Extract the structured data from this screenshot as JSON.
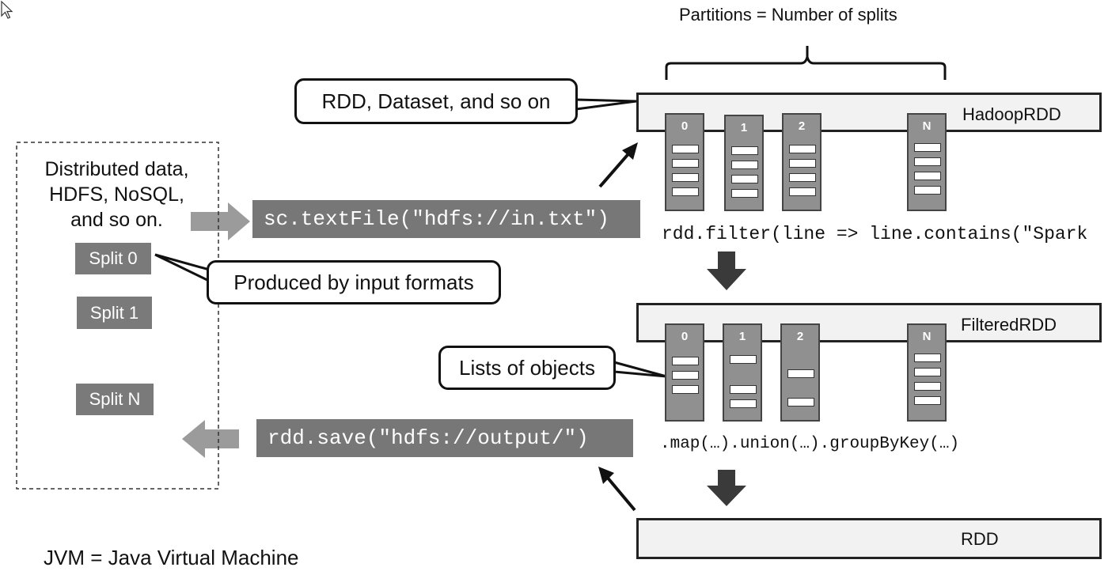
{
  "header": {
    "partitions_caption": "Partitions = Number of splits"
  },
  "source_box": {
    "lines": [
      "Distributed data,",
      "HDFS, NoSQL,",
      "and so on."
    ],
    "splits": [
      "Split 0",
      "Split 1",
      "Split N"
    ]
  },
  "code": {
    "text_file": "sc.textFile(\"hdfs://in.txt\")",
    "save": "rdd.save(\"hdfs://output/\")",
    "filter": "rdd.filter(line => line.contains(\"Spark",
    "chain": ".map(…).union(…).groupByKey(…)"
  },
  "callouts": {
    "rdd_dataset": "RDD, Dataset, and so on",
    "input_formats": "Produced by input  formats",
    "lists_of_objects": "Lists of objects"
  },
  "rdds": {
    "hadoop": {
      "label": "HadoopRDD",
      "partitions": [
        "0",
        "1",
        "2",
        "N"
      ]
    },
    "filtered": {
      "label": "FilteredRDD",
      "partitions": [
        "0",
        "1",
        "2",
        "N"
      ]
    },
    "final": {
      "label": "RDD"
    }
  },
  "footer": {
    "jvm_note": "JVM = Java Virtual Machine"
  }
}
